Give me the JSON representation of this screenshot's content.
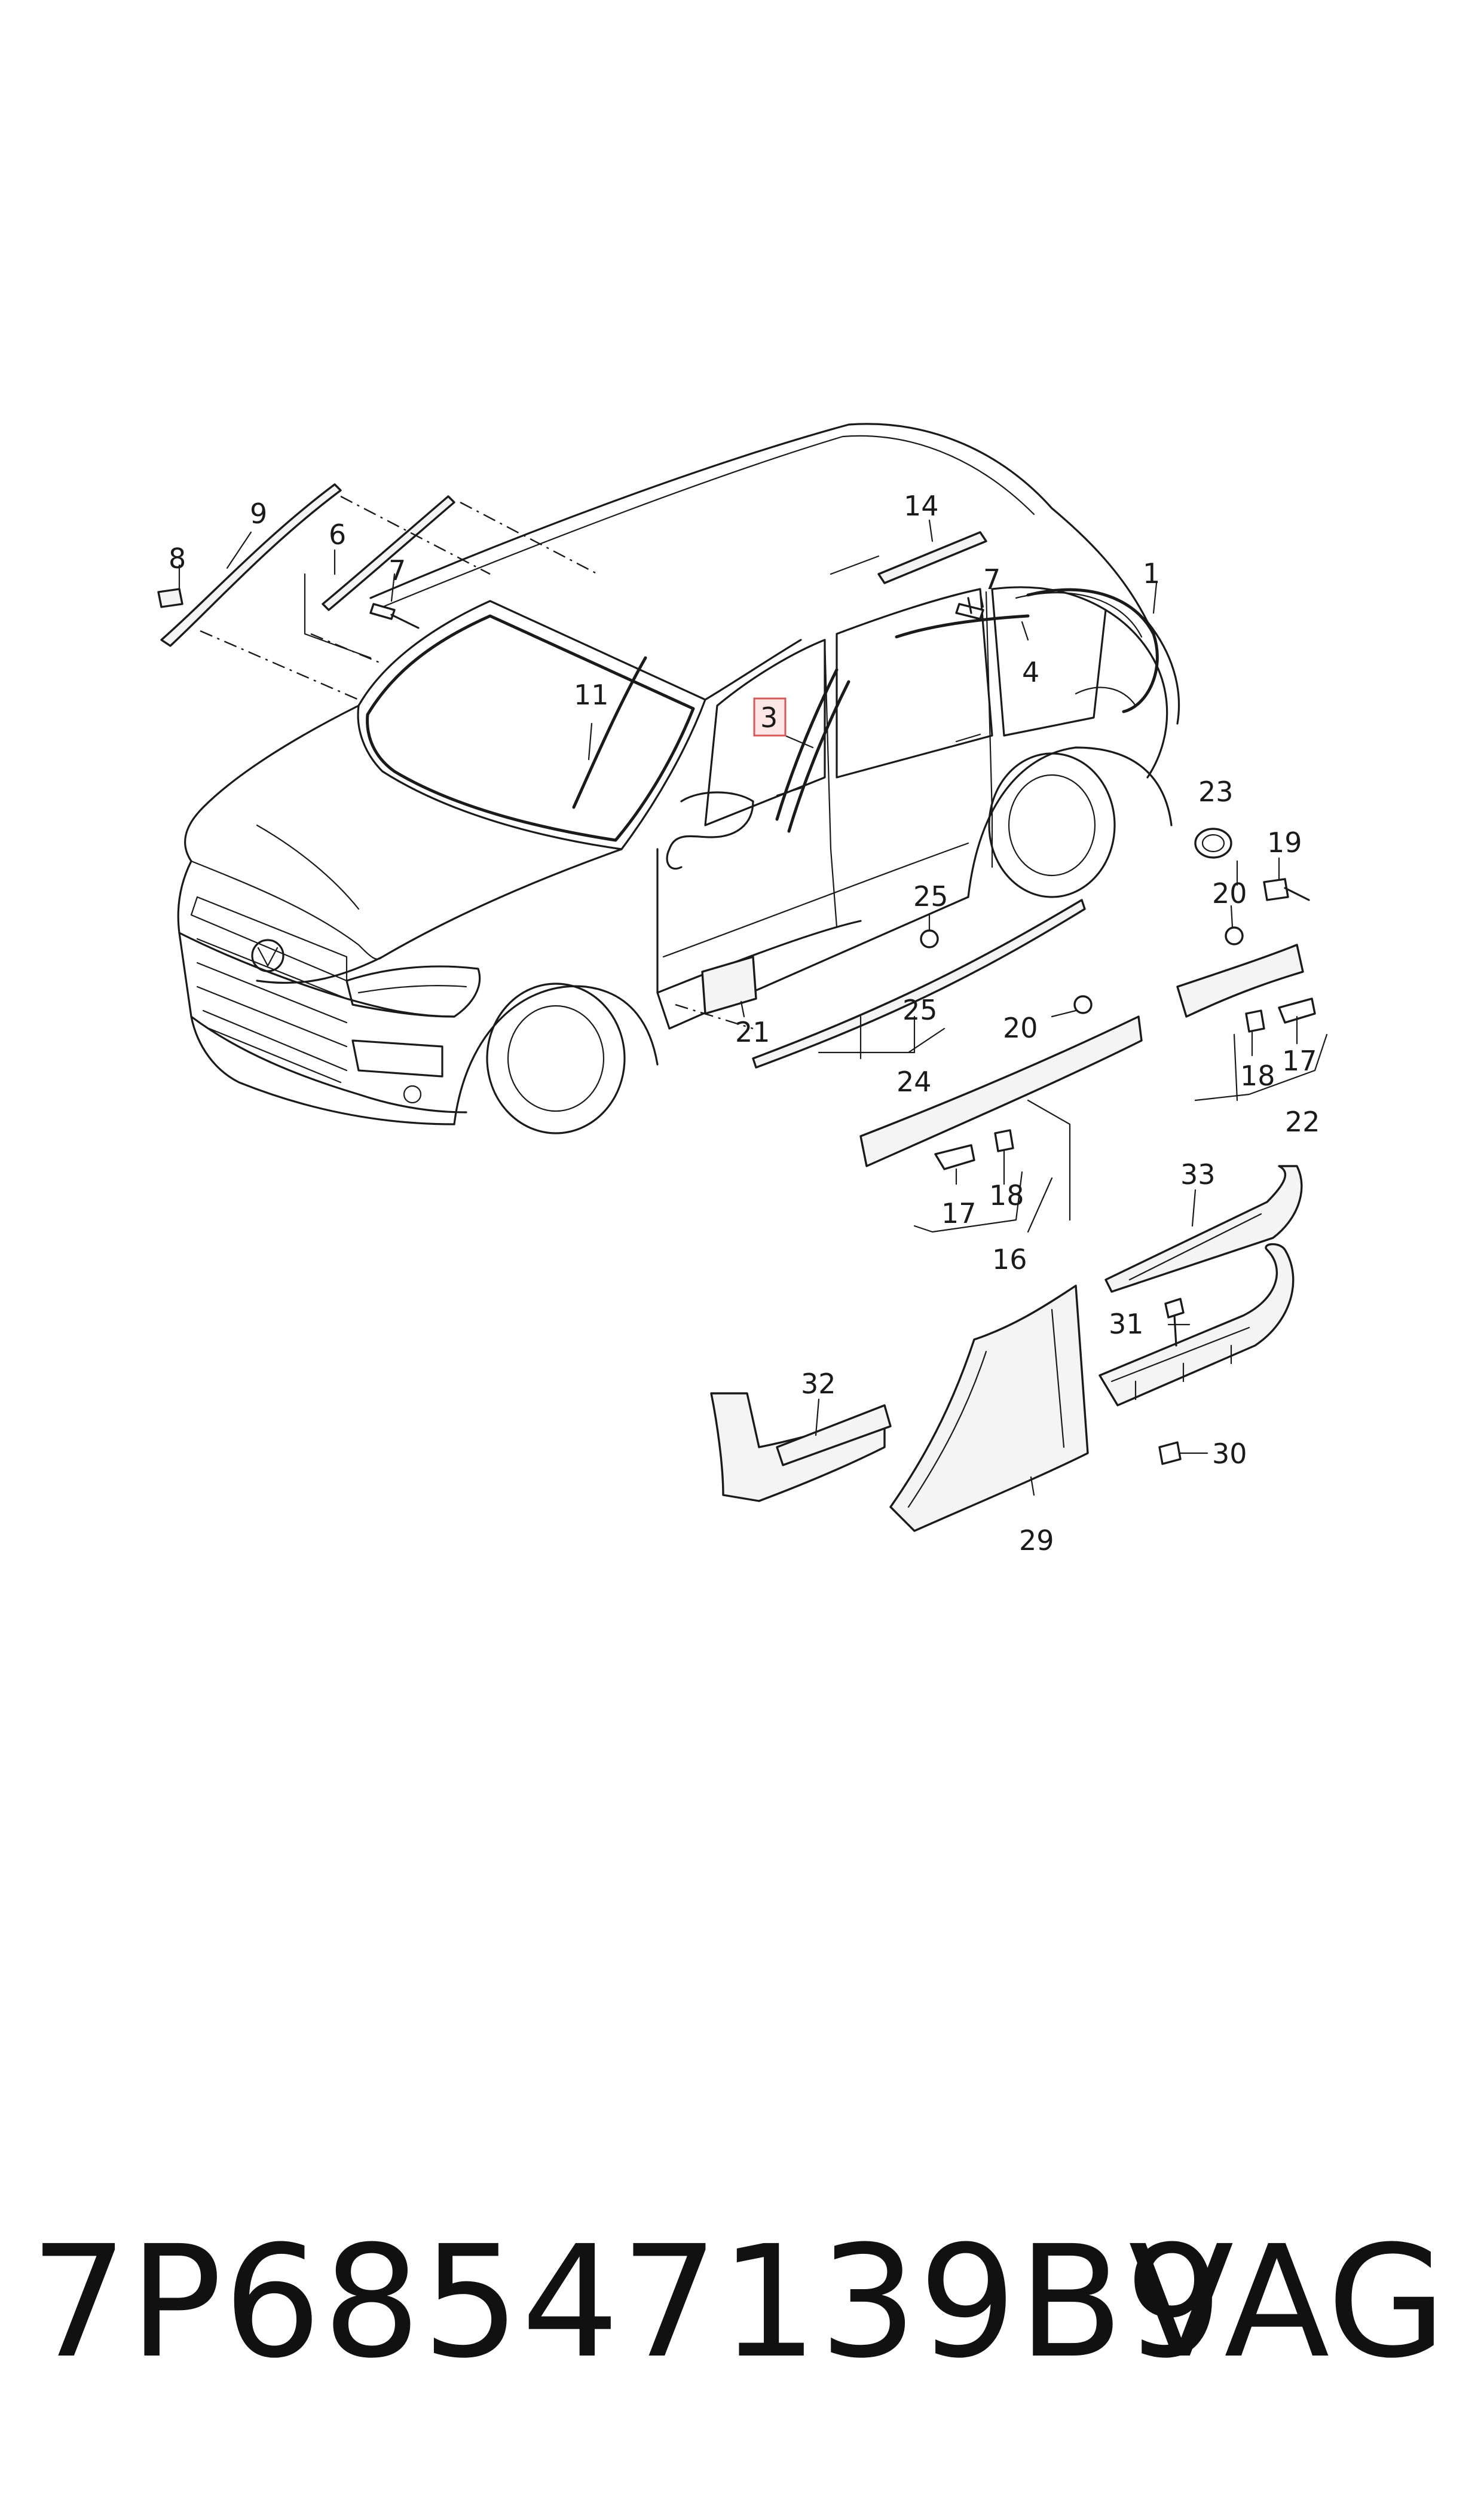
{
  "footer": {
    "part_number": "7P68547139B9",
    "brand": "VAG"
  },
  "callouts": {
    "c1": "1",
    "c3": "3",
    "c4": "4",
    "c6": "6",
    "c7a": "7",
    "c7b": "7",
    "c8": "8",
    "c9": "9",
    "c11": "11",
    "c14": "14",
    "c16": "16",
    "c17a": "17",
    "c17b": "17",
    "c18a": "18",
    "c18b": "18",
    "c19": "19",
    "c20a": "20",
    "c20b": "20",
    "c21": "21",
    "c22": "22",
    "c23": "23",
    "c24": "24",
    "c25a": "25",
    "c25b": "25",
    "c29": "29",
    "c30": "30",
    "c31": "31",
    "c32": "32",
    "c33": "33"
  },
  "highlight": {
    "callout": "3",
    "color": "#d45a5a"
  }
}
